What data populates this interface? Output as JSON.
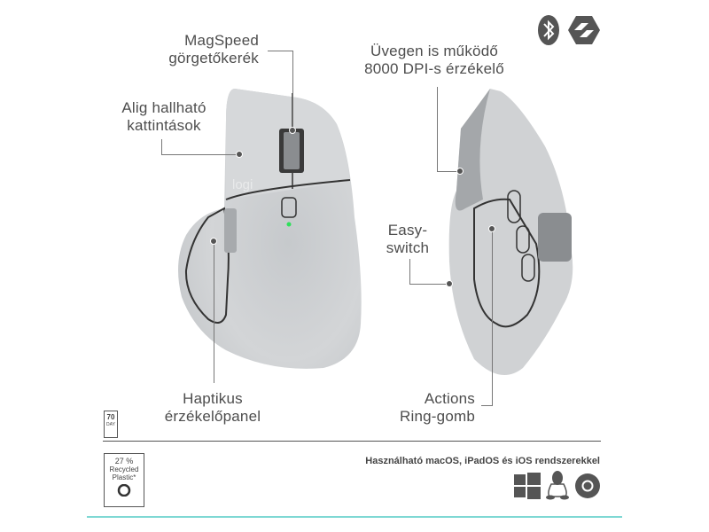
{
  "top_icons": [
    {
      "name": "bluetooth-icon",
      "label": "Bluetooth"
    },
    {
      "name": "logi-bolt-icon",
      "label": "Logi Bolt"
    }
  ],
  "callouts": {
    "magspeed": [
      "MagSpeed",
      "görgetőkerék"
    ],
    "quiet_clicks": [
      "Alig hallható",
      "kattintások"
    ],
    "sensor": [
      "Üvegen is működő",
      "8000 DPI-s érzékelő"
    ],
    "easy_switch": [
      "Easy-",
      "switch"
    ],
    "haptic": [
      "Haptikus",
      "érzékelőpanel"
    ],
    "actions_ring": [
      "Actions",
      "Ring-gomb"
    ]
  },
  "mouse": {
    "brand_logo": "logi",
    "colors": {
      "body": "#d4d6d8",
      "shadow": "#b9bcbf",
      "dark": "#8d9094",
      "led": "#2ee05a"
    }
  },
  "battery_badge": {
    "value": "70",
    "unit": "DAY"
  },
  "recycled_badge": {
    "percent": "27 %",
    "line1": "Recycled",
    "line2": "Plastic*"
  },
  "compatibility": {
    "text": "Használható macOS, iPadOS és iOS rendszerekkel",
    "os_icons": [
      "windows-icon",
      "linux-icon",
      "chrome-icon"
    ]
  },
  "accent_color": "#7fd8d4"
}
